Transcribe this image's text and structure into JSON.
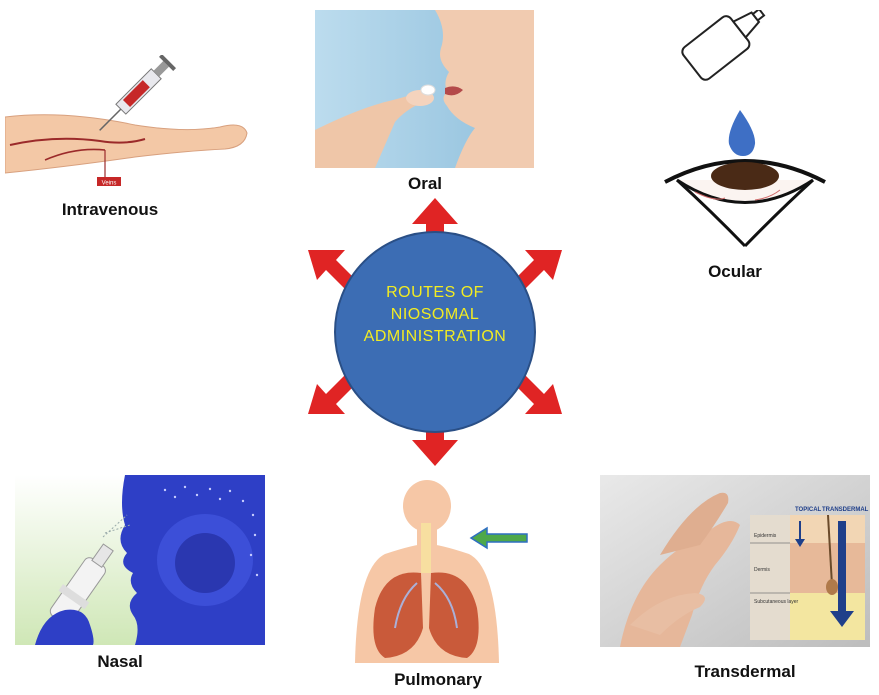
{
  "center": {
    "lines": [
      "ROUTES OF",
      "NIOSOMAL",
      "ADMINISTRATION"
    ],
    "circle_color": "#3c6db4",
    "arrow_color": "#e02424",
    "text_color": "#f2ec22"
  },
  "routes": {
    "intravenous": {
      "label": "Intravenous",
      "tag": "Veins"
    },
    "oral": {
      "label": "Oral"
    },
    "ocular": {
      "label": "Ocular"
    },
    "nasal": {
      "label": "Nasal"
    },
    "pulmonary": {
      "label": "Pulmonary"
    },
    "transdermal": {
      "label": "Transdermal",
      "topical": "TOPICAL",
      "transdermal_tag": "TRANSDERMAL",
      "layers": [
        "Epidermis",
        "Dermis",
        "Subcutaneous layer"
      ]
    }
  }
}
